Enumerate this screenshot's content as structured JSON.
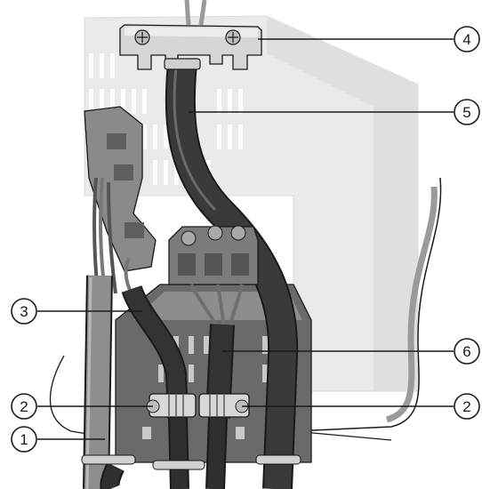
{
  "callouts": [
    {
      "id": "c1",
      "label": "1"
    },
    {
      "id": "c2-left",
      "label": "2"
    },
    {
      "id": "c2-right",
      "label": "2"
    },
    {
      "id": "c3",
      "label": "3"
    },
    {
      "id": "c4",
      "label": "4"
    },
    {
      "id": "c5",
      "label": "5"
    },
    {
      "id": "c6",
      "label": "6"
    }
  ],
  "colors": {
    "housing": "#d8d8d8",
    "housing_shade": "#b9b9b9",
    "cable_dark": "#2b2b2b",
    "cable_grey": "#7d7d7d",
    "plate": "#5f5f5f",
    "clamp": "#cfcfcf",
    "outline": "#1a1a1a"
  },
  "icons": [
    "shield-clamp-icon",
    "cable-icon",
    "connector-icon",
    "screw-icon"
  ]
}
